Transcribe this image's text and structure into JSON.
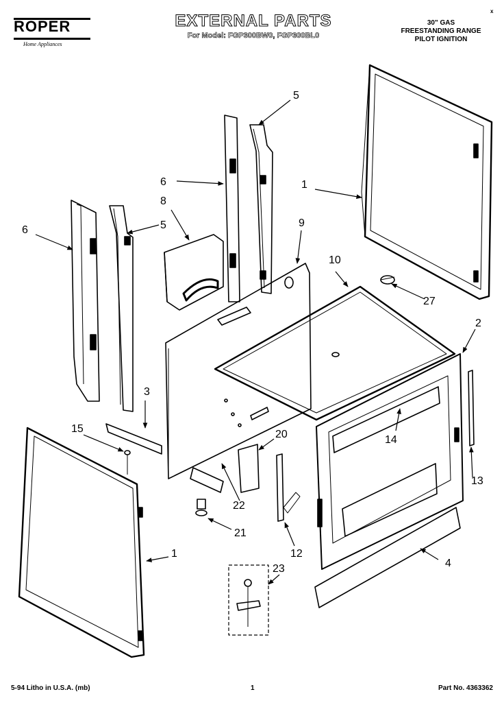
{
  "header": {
    "brand": "ROPER",
    "brand_sub": "Home Appliances",
    "title": "EXTERNAL PARTS",
    "model_line": "For Model: FGP300BW0, FGP300BL0",
    "spec_lines": [
      "30\" GAS",
      "FREESTANDING RANGE",
      "PILOT IGNITION"
    ],
    "corner_mark": "x"
  },
  "callouts": {
    "c1a": "1",
    "c1b": "1",
    "c2": "2",
    "c3": "3",
    "c4": "4",
    "c5a": "5",
    "c5b": "5",
    "c6a": "6",
    "c6b": "6",
    "c8": "8",
    "c9": "9",
    "c10": "10",
    "c12": "12",
    "c13": "13",
    "c14": "14",
    "c15": "15",
    "c20": "20",
    "c21": "21",
    "c22": "22",
    "c23": "23",
    "c27": "27"
  },
  "footer": {
    "litho": "5-94 Litho in U.S.A. (mb)",
    "page_number": "1",
    "part_number": "Part No. 4363362"
  }
}
